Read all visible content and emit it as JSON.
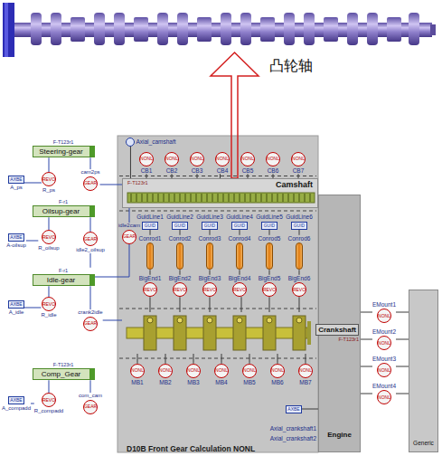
{
  "diagram": {
    "title": "D10B Front Gear Calculation NONL",
    "nodes": [
      {
        "text": [
          "F-T123r1",
          "Steering-gear"
        ]
      },
      {
        "text": [
          "AXBE",
          "A_ps"
        ]
      },
      {
        "text": [
          "REVO",
          "R_ps"
        ]
      },
      {
        "text": [
          "GEAR",
          "cam2ps"
        ]
      },
      {
        "text": [
          "F-r1",
          "Oilsup-gear"
        ]
      },
      {
        "text": [
          "AXBE",
          "A-oilsup"
        ]
      },
      {
        "text": [
          "REVO",
          "R_oilsup"
        ]
      },
      {
        "text": [
          "GEAR",
          "idle2_oilsup"
        ]
      },
      {
        "text": [
          "GEAR",
          "idle2cam"
        ]
      },
      {
        "text": [
          "F-r1",
          "Idle-gear"
        ]
      },
      {
        "text": [
          "AXBE",
          "A_idle"
        ]
      },
      {
        "text": [
          "REVO",
          "R_idle"
        ]
      },
      {
        "text": [
          "GEAR",
          "crank2idle"
        ]
      },
      {
        "text": [
          "F-T123r1",
          "Comp_Gear"
        ]
      },
      {
        "text": [
          "AXBE",
          "A_compadd"
        ]
      },
      {
        "text": [
          "REVO",
          "R_compadd"
        ]
      },
      {
        "text": [
          "GEAR",
          "com_cam"
        ]
      },
      {
        "text": [
          "Axial_camshaft"
        ]
      },
      {
        "text": [
          "NONL",
          "CB1"
        ]
      },
      {
        "text": [
          "NONL",
          "CB2"
        ]
      },
      {
        "text": [
          "NONL",
          "CB3"
        ]
      },
      {
        "text": [
          "NONL",
          "CB4"
        ]
      },
      {
        "text": [
          "NONL",
          "CB5"
        ]
      },
      {
        "text": [
          "NONL",
          "CB6"
        ]
      },
      {
        "text": [
          "NONL",
          "CB7"
        ]
      },
      {
        "text": [
          "Camshaft",
          "F-T123r1"
        ]
      },
      {
        "text": [
          "GUID",
          "GuidLine1"
        ]
      },
      {
        "text": [
          "GUID",
          "GuidLine2"
        ]
      },
      {
        "text": [
          "GUID",
          "GuidLine3"
        ]
      },
      {
        "text": [
          "GUID",
          "GuidLine4"
        ]
      },
      {
        "text": [
          "GUID",
          "GuidLine5"
        ]
      },
      {
        "text": [
          "GUID",
          "GuidLine6"
        ]
      },
      {
        "text": [
          "Conrod1"
        ]
      },
      {
        "text": [
          "Conrod2"
        ]
      },
      {
        "text": [
          "Conrod3"
        ]
      },
      {
        "text": [
          "Conrod4"
        ]
      },
      {
        "text": [
          "Conrod5"
        ]
      },
      {
        "text": [
          "Conrod6"
        ]
      },
      {
        "text": [
          "REVO",
          "BigEnd1"
        ]
      },
      {
        "text": [
          "REVO",
          "BigEnd2"
        ]
      },
      {
        "text": [
          "REVO",
          "BigEnd3"
        ]
      },
      {
        "text": [
          "REVO",
          "BigEnd4"
        ]
      },
      {
        "text": [
          "REVO",
          "BigEnd5"
        ]
      },
      {
        "text": [
          "REVO",
          "BigEnd6"
        ]
      },
      {
        "text": [
          "Crankshaft",
          "F-T123r1"
        ]
      },
      {
        "text": [
          "NONL",
          "MB1"
        ]
      },
      {
        "text": [
          "NONL",
          "MB2"
        ]
      },
      {
        "text": [
          "NONL",
          "MB3"
        ]
      },
      {
        "text": [
          "NONL",
          "MB4"
        ]
      },
      {
        "text": [
          "NONL",
          "MB5"
        ]
      },
      {
        "text": [
          "NONL",
          "MB6"
        ]
      },
      {
        "text": [
          "NONL",
          "MB7"
        ]
      },
      {
        "text": [
          "AXBE"
        ]
      },
      {
        "text": [
          "Engine"
        ]
      },
      {
        "text": [
          "NONL",
          "EMount1"
        ]
      },
      {
        "text": [
          "NONL",
          "EMount2"
        ]
      },
      {
        "text": [
          "NONL",
          "EMount3"
        ]
      },
      {
        "text": [
          "NONL",
          "EMount4"
        ]
      },
      {
        "text": [
          "Generic"
        ]
      }
    ],
    "edges": [
      {
        "from": 1,
        "to": 2,
        "arrow": "none"
      },
      {
        "from": 0,
        "to": 2,
        "arrow": "none"
      },
      {
        "from": 0,
        "to": 3,
        "arrow": "none"
      },
      {
        "from": 3,
        "to": 25,
        "arrow": "none"
      },
      {
        "from": 5,
        "to": 6,
        "arrow": "none"
      },
      {
        "from": 4,
        "to": 6,
        "arrow": "none"
      },
      {
        "from": 4,
        "to": 7,
        "arrow": "none"
      },
      {
        "from": 7,
        "to": 9,
        "arrow": "none"
      },
      {
        "from": 10,
        "to": 11,
        "arrow": "none"
      },
      {
        "from": 9,
        "to": 11,
        "arrow": "none"
      },
      {
        "from": 9,
        "to": 12,
        "arrow": "none"
      },
      {
        "from": 12,
        "to": 44,
        "arrow": "none"
      },
      {
        "from": 9,
        "to": 8,
        "arrow": "none"
      },
      {
        "from": 8,
        "to": 25,
        "arrow": "none"
      },
      {
        "from": 14,
        "to": 15,
        "arrow": "none"
      },
      {
        "from": 13,
        "to": 15,
        "arrow": "none"
      },
      {
        "from": 13,
        "to": 16,
        "arrow": "none"
      },
      {
        "from": 17,
        "to": 25,
        "arrow": "none"
      },
      {
        "from": 18,
        "to": 25,
        "arrow": "none"
      },
      {
        "from": 19,
        "to": 25,
        "arrow": "none"
      },
      {
        "from": 20,
        "to": 25,
        "arrow": "none"
      },
      {
        "from": 21,
        "to": 25,
        "arrow": "none"
      },
      {
        "from": 22,
        "to": 25,
        "arrow": "none"
      },
      {
        "from": 23,
        "to": 25,
        "arrow": "none"
      },
      {
        "from": 24,
        "to": 25,
        "arrow": "none"
      },
      {
        "from": 26,
        "to": 32,
        "arrow": "none"
      },
      {
        "from": 27,
        "to": 33,
        "arrow": "none"
      },
      {
        "from": 28,
        "to": 34,
        "arrow": "none"
      },
      {
        "from": 29,
        "to": 35,
        "arrow": "none"
      },
      {
        "from": 30,
        "to": 36,
        "arrow": "none"
      },
      {
        "from": 31,
        "to": 37,
        "arrow": "none"
      },
      {
        "from": 32,
        "to": 38,
        "arrow": "none"
      },
      {
        "from": 33,
        "to": 39,
        "arrow": "none"
      },
      {
        "from": 34,
        "to": 40,
        "arrow": "none"
      },
      {
        "from": 35,
        "to": 41,
        "arrow": "none"
      },
      {
        "from": 36,
        "to": 42,
        "arrow": "none"
      },
      {
        "from": 37,
        "to": 43,
        "arrow": "none"
      },
      {
        "from": 38,
        "to": 44,
        "arrow": "none"
      },
      {
        "from": 39,
        "to": 44,
        "arrow": "none"
      },
      {
        "from": 40,
        "to": 44,
        "arrow": "none"
      },
      {
        "from": 41,
        "to": 44,
        "arrow": "none"
      },
      {
        "from": 42,
        "to": 44,
        "arrow": "none"
      },
      {
        "from": 43,
        "to": 44,
        "arrow": "none"
      },
      {
        "from": 44,
        "to": 45,
        "arrow": "none"
      },
      {
        "from": 44,
        "to": 46,
        "arrow": "none"
      },
      {
        "from": 44,
        "to": 47,
        "arrow": "none"
      },
      {
        "from": 44,
        "to": 48,
        "arrow": "none"
      },
      {
        "from": 44,
        "to": 49,
        "arrow": "none"
      },
      {
        "from": 44,
        "to": 50,
        "arrow": "none"
      },
      {
        "from": 44,
        "to": 51,
        "arrow": "none"
      },
      {
        "from": 52,
        "to": 53,
        "arrow": "none"
      },
      {
        "from": 54,
        "to": 53,
        "arrow": "none"
      },
      {
        "from": 55,
        "to": 53,
        "arrow": "none"
      },
      {
        "from": 56,
        "to": 53,
        "arrow": "none"
      },
      {
        "from": 57,
        "to": 53,
        "arrow": "none"
      },
      {
        "from": 54,
        "to": 58,
        "arrow": "none"
      },
      {
        "from": 55,
        "to": 58,
        "arrow": "none"
      },
      {
        "from": 56,
        "to": 58,
        "arrow": "none"
      },
      {
        "from": 57,
        "to": 58,
        "arrow": "none"
      }
    ],
    "labels": [
      "凸轮轴",
      "Axial_crankshaft1",
      "Axial_crankshaft2"
    ]
  }
}
